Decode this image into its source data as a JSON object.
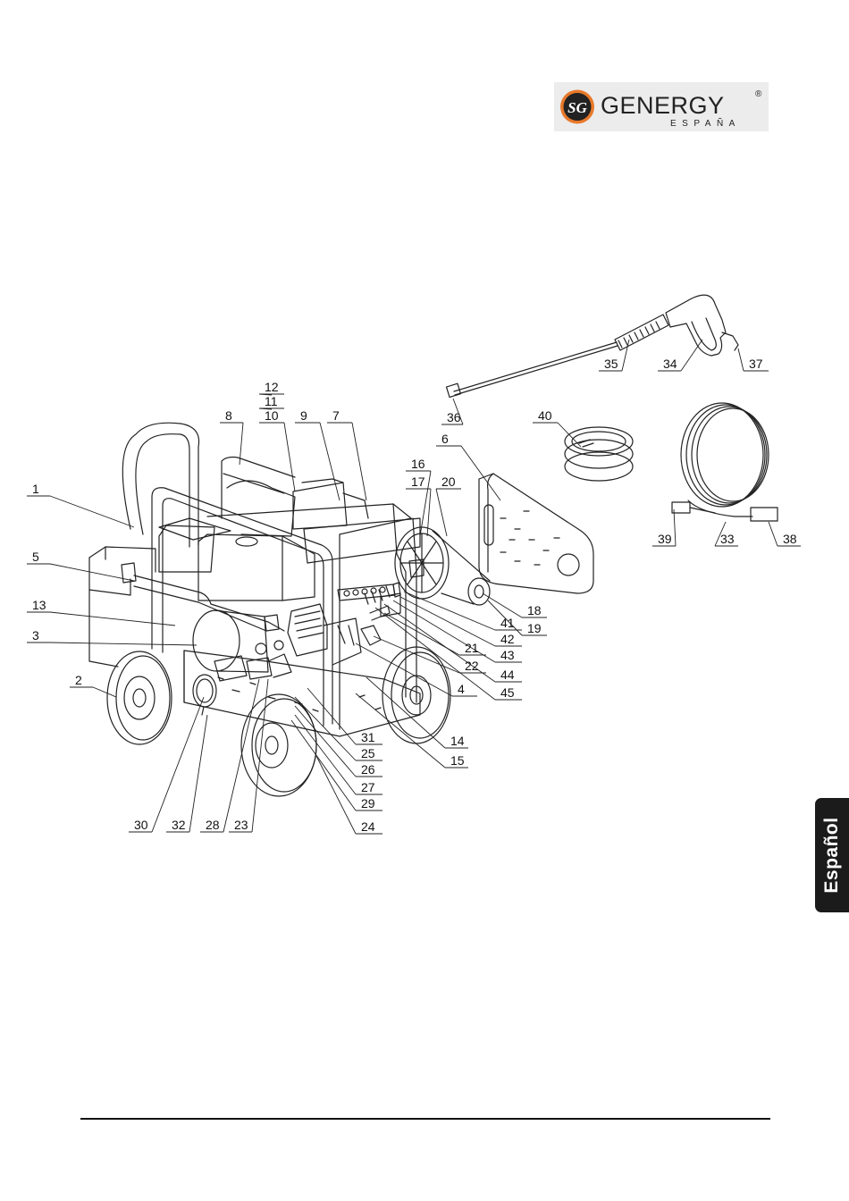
{
  "logo": {
    "emblem": "SG",
    "brand": "GENERGY",
    "registered": "®",
    "subtitle": "ESPAÑA",
    "emblem_color": "#e8792a"
  },
  "diagram": {
    "part_labels": [
      "1",
      "2",
      "3",
      "4",
      "5",
      "6",
      "7",
      "8",
      "9",
      "10",
      "11",
      "12",
      "13",
      "14",
      "15",
      "16",
      "17",
      "18",
      "19",
      "20",
      "21",
      "22",
      "23",
      "24",
      "25",
      "26",
      "27",
      "28",
      "29",
      "30",
      "31",
      "32",
      "33",
      "34",
      "35",
      "36",
      "37",
      "38",
      "39",
      "40",
      "41",
      "42",
      "43",
      "44",
      "45"
    ]
  },
  "side_tab": {
    "label": "Español"
  }
}
